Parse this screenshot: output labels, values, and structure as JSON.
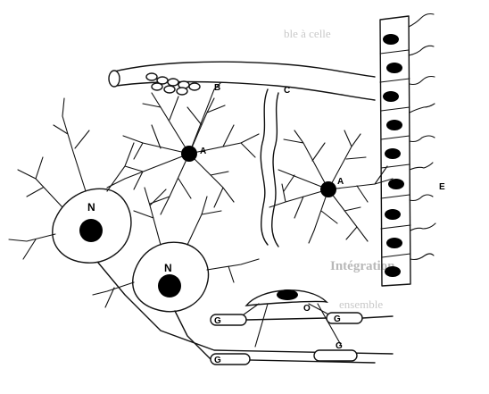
{
  "figure": {
    "labels": {
      "astrocyte_a1": "A",
      "astrocyte_a2": "A",
      "blood_vessel": "B",
      "capillary": "C",
      "ependymal": "E",
      "neuron_n1": "N",
      "neuron_n2": "N",
      "oligodendrocyte": "O",
      "sheath_g1": "G",
      "sheath_g2": "G",
      "sheath_g3": "G",
      "sheath_g4": "G"
    },
    "bleed_through": {
      "line1": "ble à celle",
      "line2": "Intégration",
      "line3": "ensemble"
    }
  },
  "colors": {
    "ink": "#111111",
    "paper": "#ffffff",
    "bleed": "#c9c9c9"
  }
}
